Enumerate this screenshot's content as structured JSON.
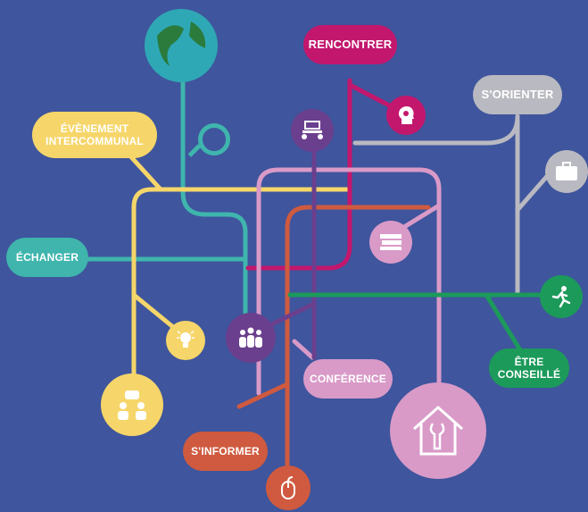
{
  "labels": {
    "rencontrer": "RENCONTRER",
    "sorienter": "S'ORIENTER",
    "evenement_line1": "ÉVÈNEMENT",
    "evenement_line2": "INTERCOMMUNAL",
    "echanger": "ÉCHANGER",
    "conference": "CONFÉRENCE",
    "sinformer": "S'INFORMER",
    "etre_line1": "ÊTRE",
    "etre_line2": "CONSEILLÉ"
  },
  "colors": {
    "background": "#3f559d",
    "teal": "#3fb5ad",
    "yellow": "#f6d66a",
    "magenta": "#c2176d",
    "gray": "#b9b9c1",
    "pink": "#d99ac8",
    "orange": "#cf5a3f",
    "green": "#1c9a5a",
    "purple": "#6a3f8e"
  },
  "icons": [
    "globe-icon",
    "magnifier-icon",
    "head-gear-icon",
    "meeting-table-icon",
    "briefcase-icon",
    "books-icon",
    "runner-icon",
    "lightbulb-icon",
    "group-icon",
    "chat-people-icon",
    "house-tools-icon",
    "mouse-icon"
  ]
}
